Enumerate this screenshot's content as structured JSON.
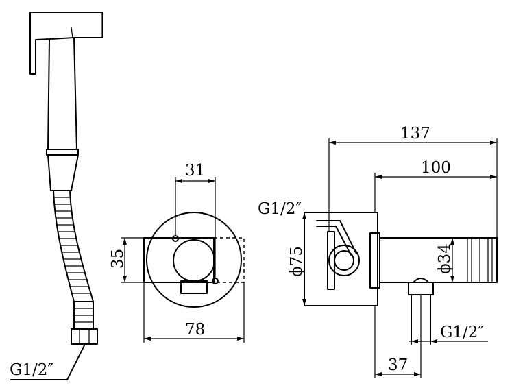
{
  "dimensions": {
    "hand_spray_thread": "G1/2″",
    "front_width_31": "31",
    "front_height_35": "35",
    "front_width_78": "78",
    "side_length_137": "137",
    "side_length_100": "100",
    "side_inlet_thread": "G1/2″",
    "side_diameter_75": "ϕ75",
    "side_diameter_34": "ϕ34",
    "side_outlet_thread": "G1/2″",
    "side_offset_37": "37"
  }
}
